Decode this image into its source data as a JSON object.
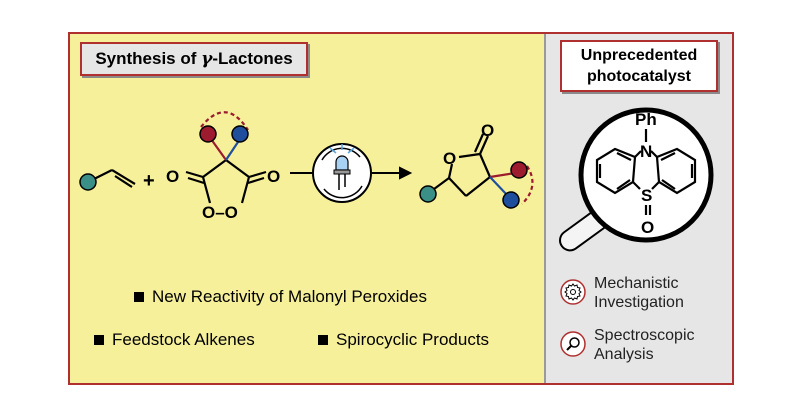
{
  "title": {
    "prefix": "Synthesis of ",
    "greek": "γ",
    "suffix": "-Lactones"
  },
  "photocatalyst_title": {
    "line1": "Unprecedented",
    "line2": "photocatalyst"
  },
  "catalyst_labels": {
    "ph": "Ph",
    "n": "N",
    "s": "S",
    "o": "O"
  },
  "reagent_labels": {
    "o_left": "O",
    "o_right": "O",
    "oo": "O–O"
  },
  "product_labels": {
    "o_ring": "O",
    "o_carbonyl": "O"
  },
  "plus": "+",
  "bullets": [
    "New Reactivity of Malonyl Peroxides",
    "Feedstock Alkenes",
    "Spirocyclic Products"
  ],
  "features": [
    {
      "line1": "Mechanistic",
      "line2": "Investigation",
      "icon": "gear-icon"
    },
    {
      "line1": "Spectroscopic",
      "line2": "Analysis",
      "icon": "magnifier-icon"
    }
  ],
  "colors": {
    "border": "#b03030",
    "panel": "#f7f09a",
    "side": "#e6e6e6",
    "teal": "#3a8f86",
    "red": "#9c1b2e",
    "blue": "#1f4f9c"
  }
}
